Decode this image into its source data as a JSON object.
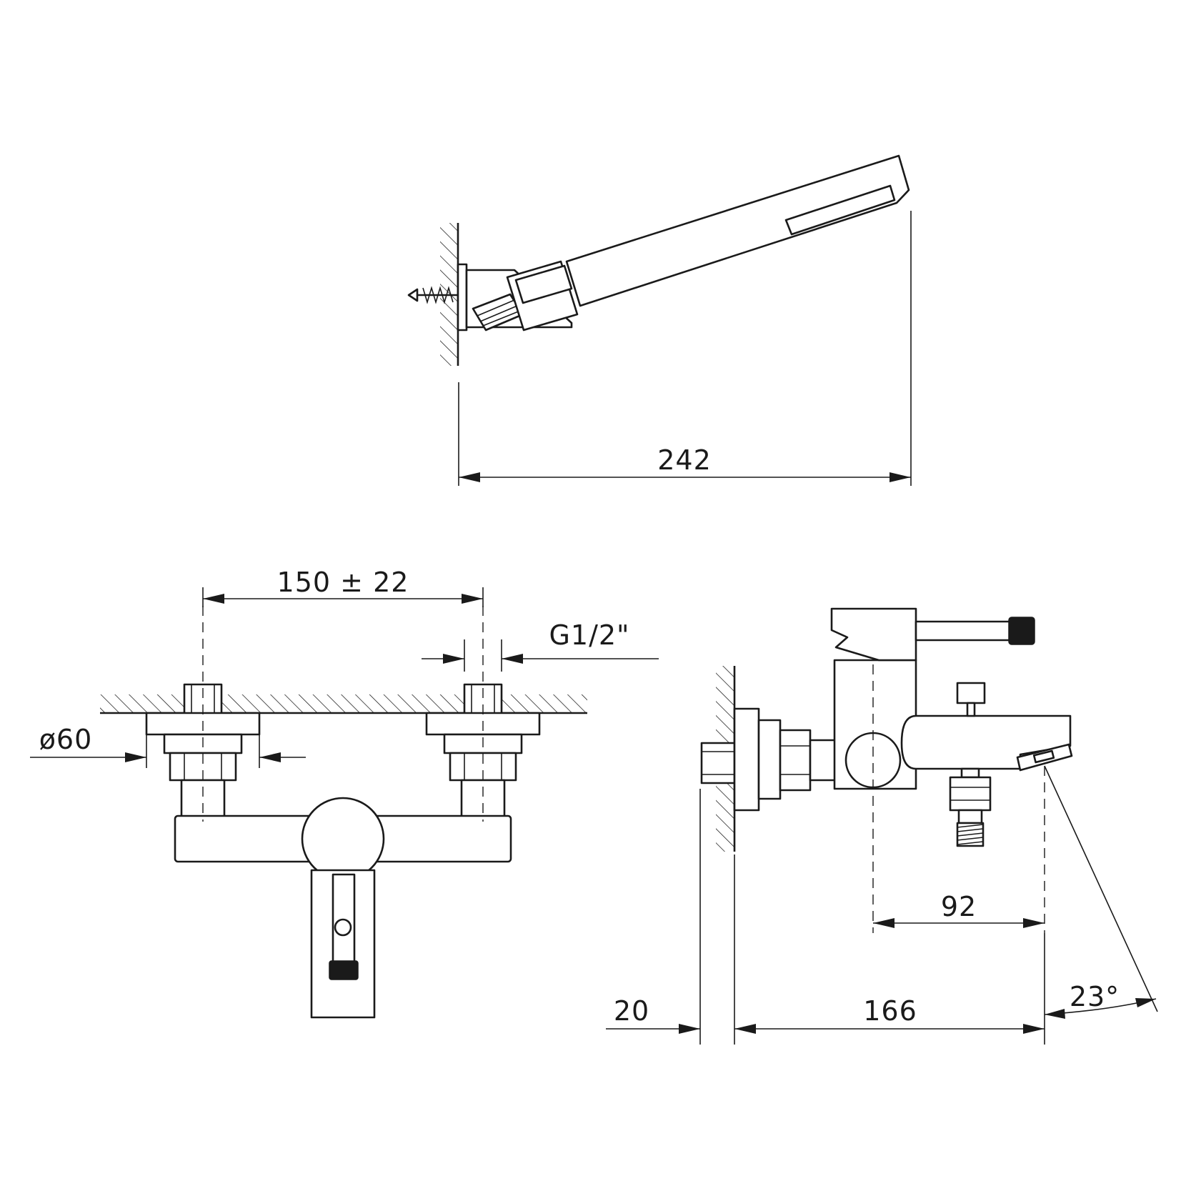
{
  "dimensions": {
    "handshower_length": "242",
    "inlet_spacing": "150 ± 22",
    "thread_size": "G1/2\"",
    "flange_diameter": "ø60",
    "spout_to_axis": "92",
    "wall_offset": "20",
    "spout_projection": "166",
    "spray_angle": "23°"
  }
}
